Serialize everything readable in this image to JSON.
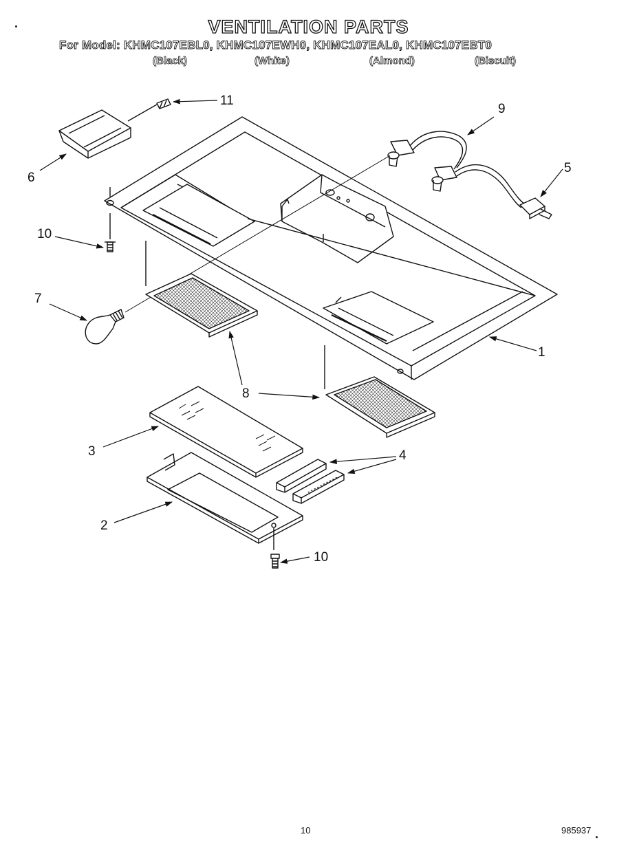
{
  "header": {
    "title": "VENTILATION PARTS",
    "model_line": "For Model:  KHMC107EBL0, KHMC107EWH0, KHMC107EAL0, KHMC107EBT0",
    "colors": [
      "(Black)",
      "(White)",
      "(Almond)",
      "(Biscuit)"
    ]
  },
  "callouts": {
    "c1": "1",
    "c2": "2",
    "c3": "3",
    "c4": "4",
    "c5": "5",
    "c6": "6",
    "c7": "7",
    "c8": "8",
    "c9": "9",
    "c10a": "10",
    "c10b": "10",
    "c11": "11"
  },
  "footer": {
    "page_number": "10",
    "doc_code": "985937"
  },
  "colors": {
    "ink": "#111111",
    "paper": "#ffffff"
  }
}
